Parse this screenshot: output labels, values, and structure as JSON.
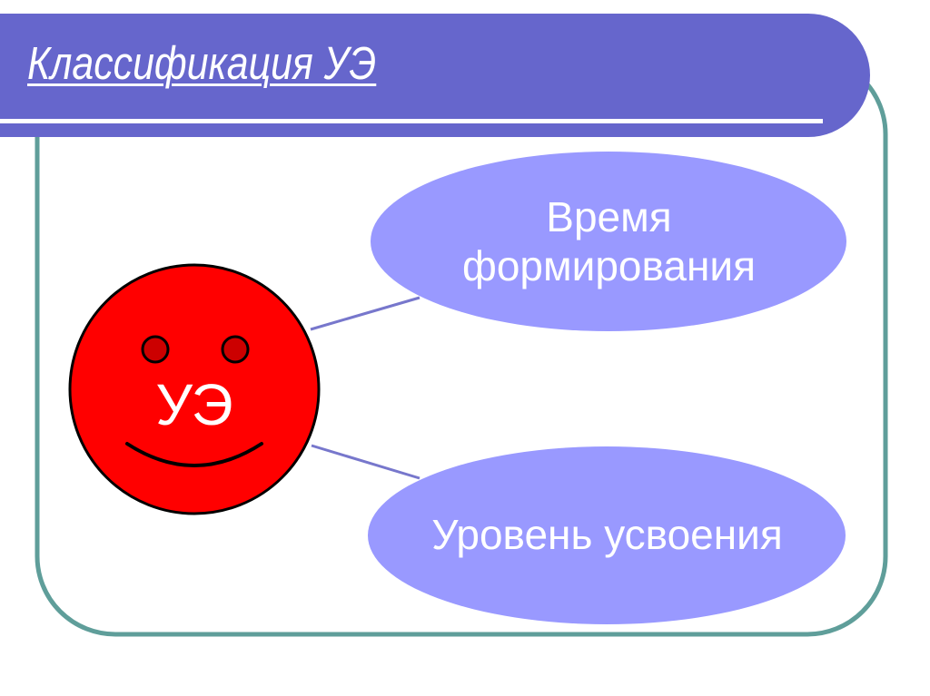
{
  "slide": {
    "title": "Классификация УЭ",
    "center_node": {
      "label": "УЭ",
      "icon": "smiley-face-icon",
      "fill_color": "#ff0000",
      "eye_color": "#cc0000"
    },
    "branches": [
      {
        "line1": "Время",
        "line2": "формирования"
      },
      {
        "line1": "Уровень усвоения"
      }
    ],
    "colors": {
      "banner": "#6666cc",
      "ellipse": "#9999ff",
      "frame": "#5f9e9a",
      "connector": "#7777cc",
      "text_on_color": "#ffffff"
    }
  }
}
